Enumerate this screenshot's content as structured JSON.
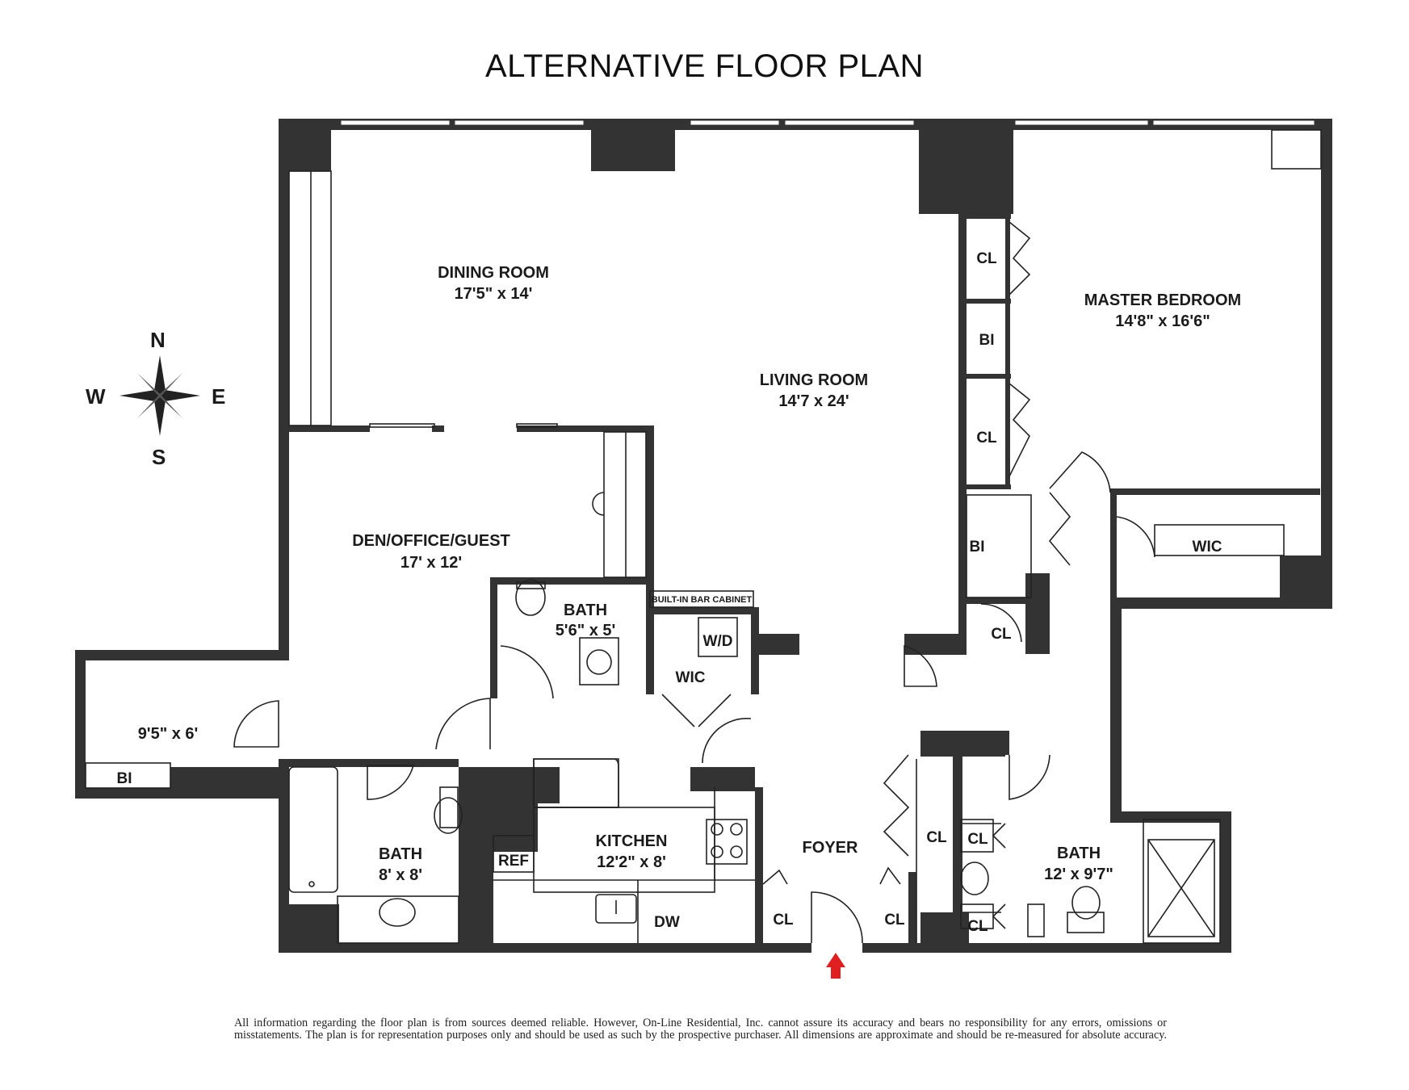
{
  "title": "ALTERNATIVE FLOOR PLAN",
  "compass": {
    "n": "N",
    "s": "S",
    "e": "E",
    "w": "W"
  },
  "rooms": {
    "dining": {
      "name": "DINING ROOM",
      "dims": "17'5\" x 14'"
    },
    "living": {
      "name": "LIVING ROOM",
      "dims": "14'7 x 24'"
    },
    "master": {
      "name": "MASTER BEDROOM",
      "dims": "14'8\" x 16'6\""
    },
    "den": {
      "name": "DEN/OFFICE/GUEST",
      "dims": "17' x 12'"
    },
    "bath_small": {
      "name": "BATH",
      "dims": "5'6\" x 5'"
    },
    "alcove": {
      "dims": "9'5\" x 6'"
    },
    "bath_west": {
      "name": "BATH",
      "dims": "8' x 8'"
    },
    "kitchen": {
      "name": "KITCHEN",
      "dims": "12'2\" x 8'"
    },
    "foyer": {
      "name": "FOYER"
    },
    "bath_master": {
      "name": "BATH",
      "dims": "12' x 9'7\""
    }
  },
  "labels": {
    "cl": "CL",
    "bi": "BI",
    "wic": "WIC",
    "wd": "W/D",
    "ref": "REF",
    "dw": "DW",
    "bar_cabinet": "BUILT-IN BAR CABINET"
  },
  "disclaimer": "All information regarding the floor plan is from sources deemed reliable. However, On-Line Residential, Inc. cannot assure its accuracy and bears no responsibility for any errors, omissions or misstatements. The plan is for representation purposes only and should be used as such by the prospective purchaser. All dimensions are approximate and should be re-measured for absolute accuracy.",
  "colors": {
    "wall": "#333333",
    "line": "#222222",
    "entry_arrow": "#e02020"
  }
}
